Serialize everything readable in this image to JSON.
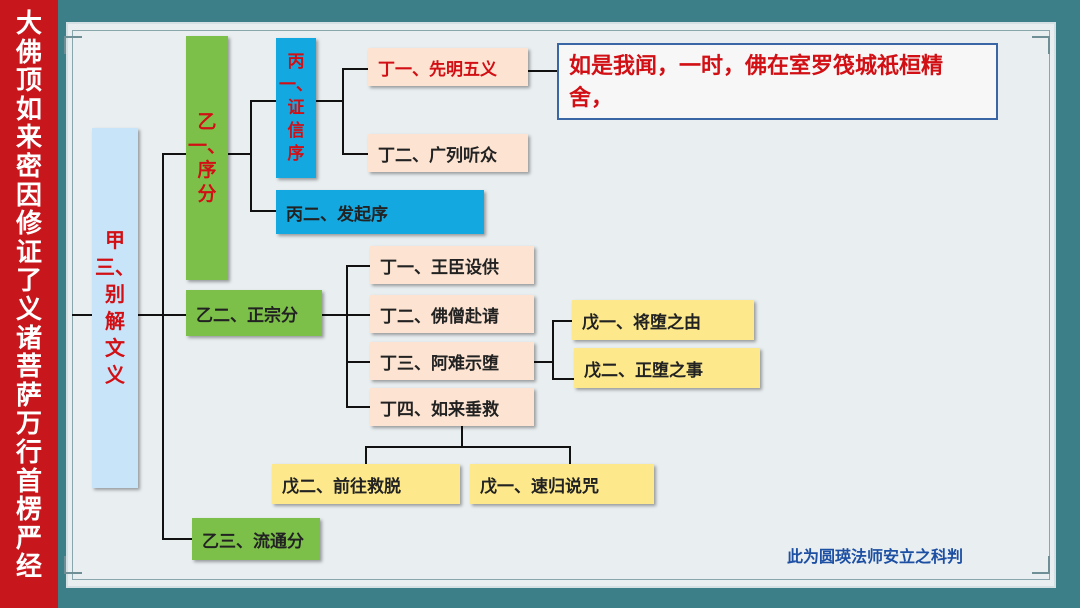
{
  "sidebar": {
    "title_chars": [
      "大",
      "佛",
      "顶",
      "如",
      "来",
      "密",
      "因",
      "修",
      "证",
      "了",
      "义",
      "诸",
      "菩",
      "萨",
      "万",
      "行",
      "首",
      "楞",
      "严",
      "经"
    ]
  },
  "root": {
    "chars": [
      "甲",
      "三、",
      "别",
      "解",
      "文",
      "义"
    ]
  },
  "yi1": {
    "chars": [
      "乙",
      "一、",
      "序",
      "分"
    ]
  },
  "yi2": {
    "label": "乙二、正宗分"
  },
  "yi3": {
    "label": "乙三、流通分"
  },
  "bing1": {
    "chars": [
      "丙",
      "一、",
      "证",
      "信",
      "序"
    ]
  },
  "bing2": {
    "label": "丙二、发起序"
  },
  "ding_bing1": {
    "d1": "丁一、先明五义",
    "d2": "丁二、广列听众"
  },
  "quote": {
    "text": "如是我闻，一时，佛在室罗筏城祇桓精舍，"
  },
  "ding_yi2": {
    "d1": "丁一、王臣设供",
    "d2": "丁二、佛僧赴请",
    "d3": "丁三、阿难示堕",
    "d4": "丁四、如来垂救"
  },
  "wu_d3": {
    "w1": "戊一、将堕之由",
    "w2": "戊二、正堕之事"
  },
  "wu_d4": {
    "w2": "戊二、前往救脱",
    "w1": "戊一、速归说咒"
  },
  "credit": "此为圆瑛法师安立之科判",
  "colors": {
    "sidebar": "#c8161d",
    "green": "#7cc04a",
    "blue": "#13a8e0",
    "peach": "#fde4d2",
    "yellow": "#fde98c",
    "lightblue": "#c7e4f8",
    "quote_text": "#d10f14"
  }
}
